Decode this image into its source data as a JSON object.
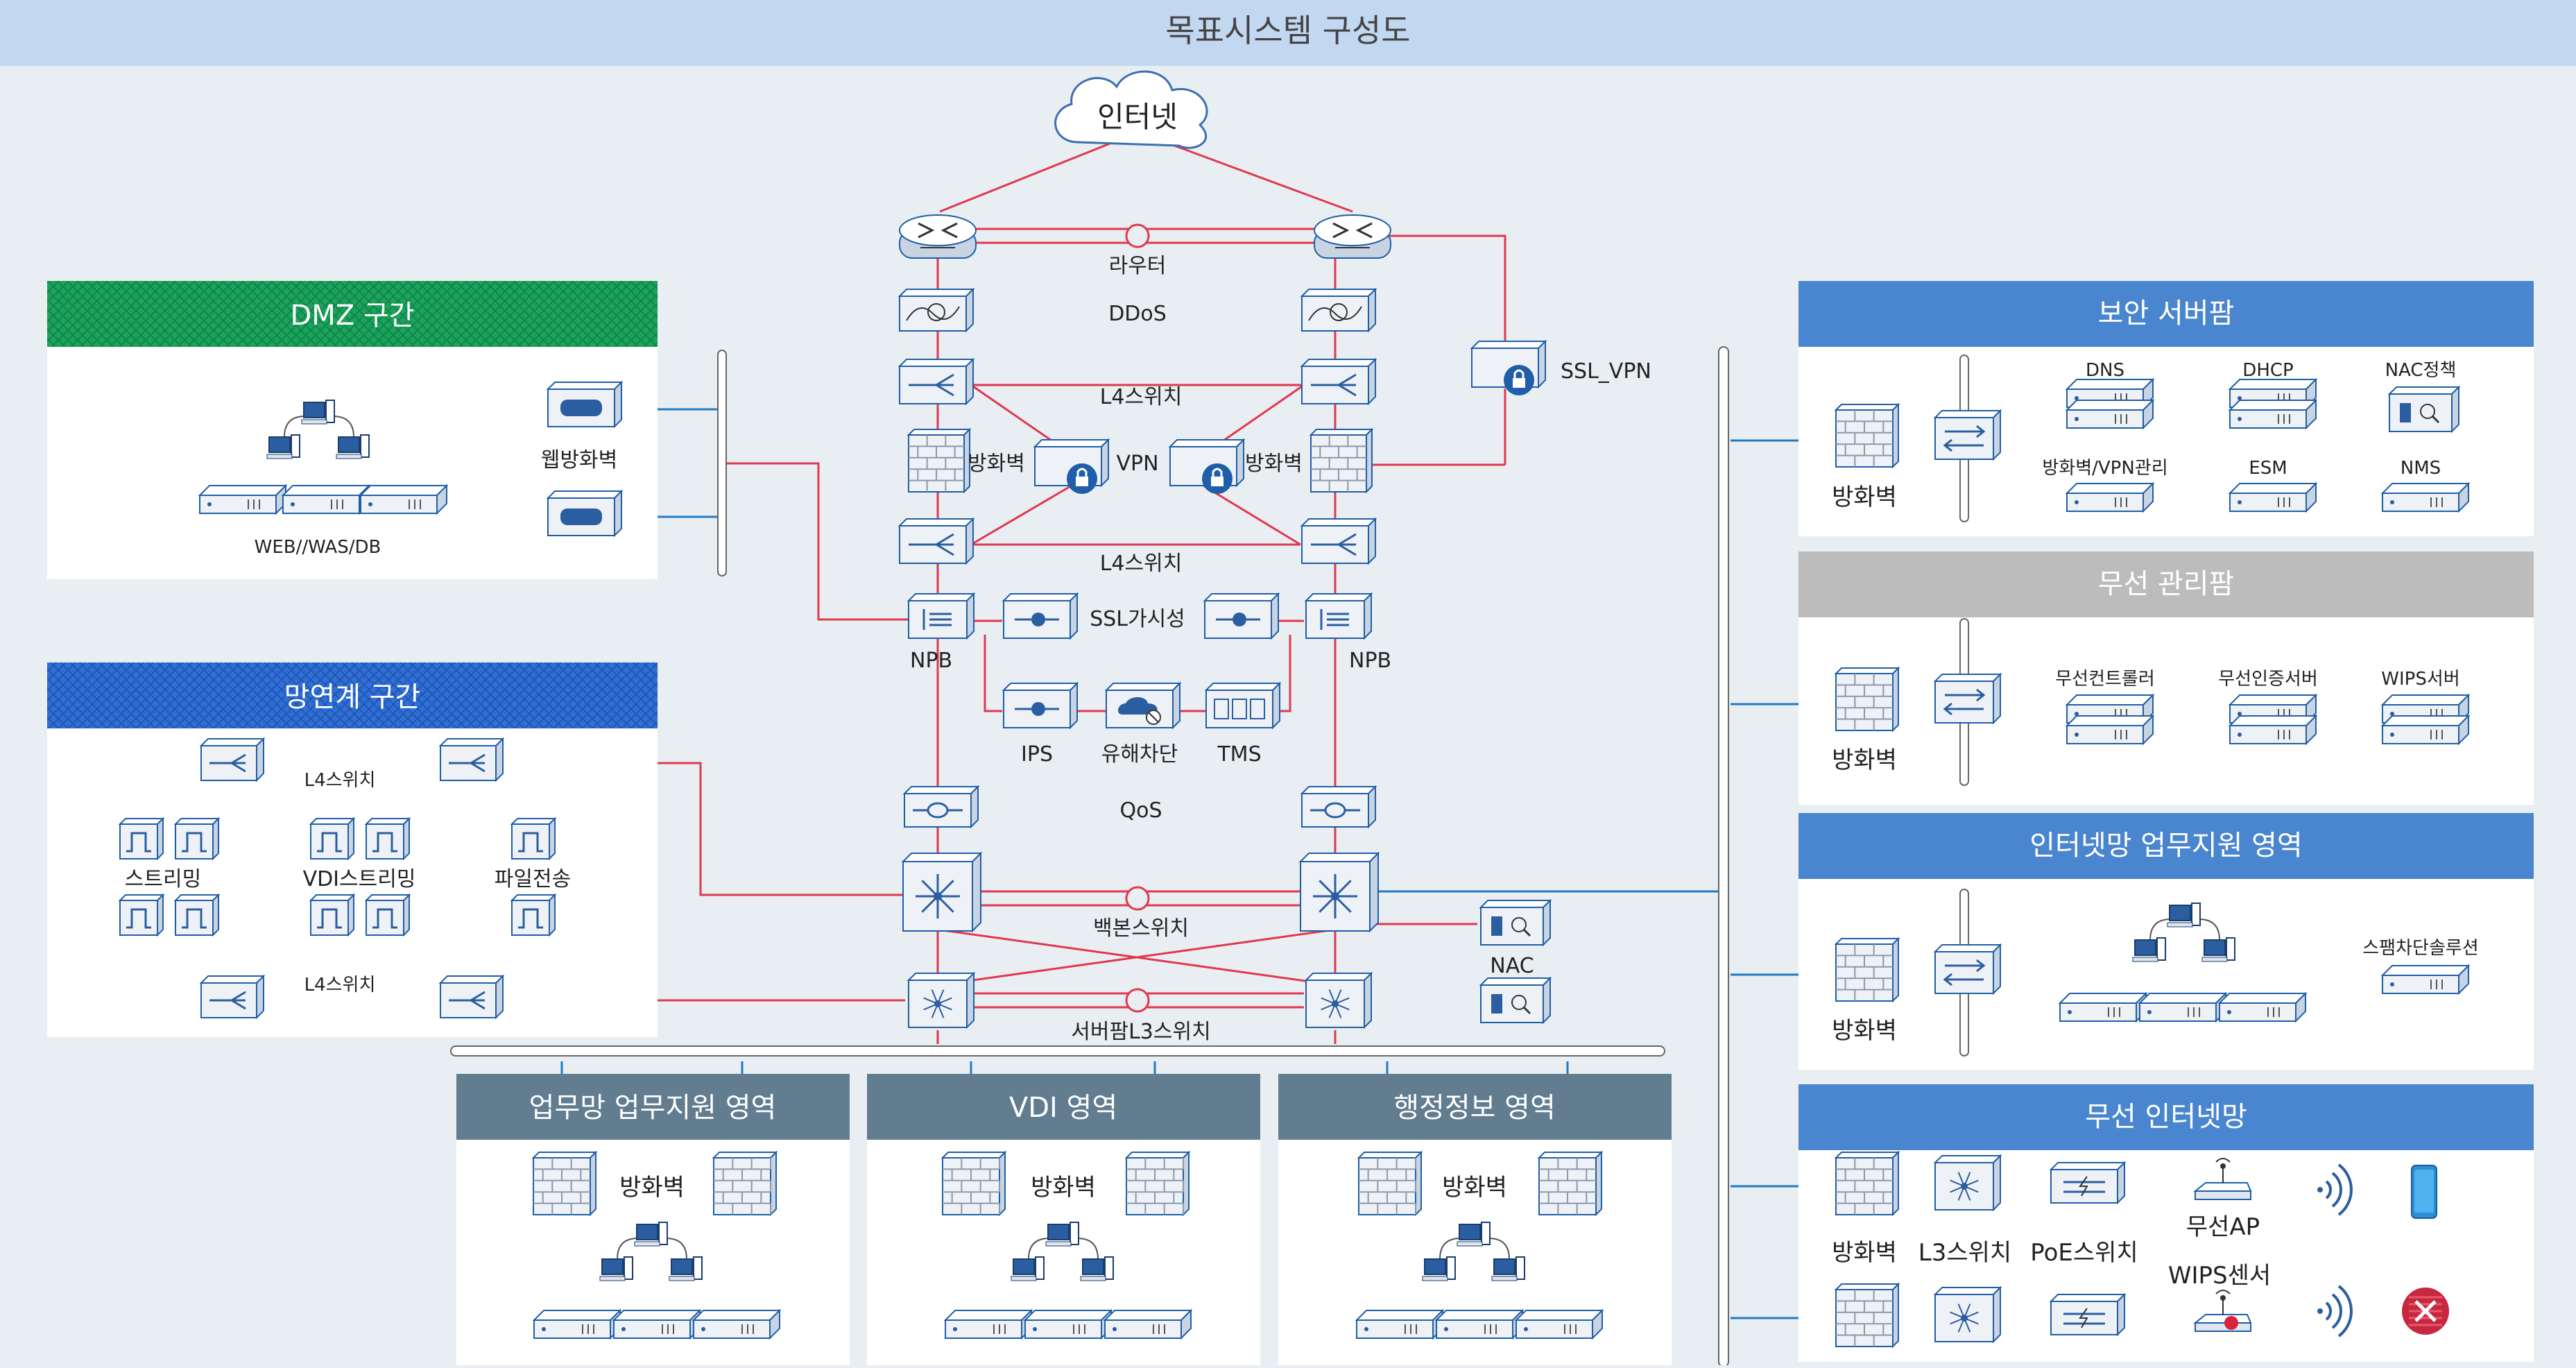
{
  "title": "목표시스템 구성도",
  "colors": {
    "page_bg": "#e9eef3",
    "title_bar": "#c2d7f0",
    "red_link": "#e0384f",
    "blue_link": "#1f7ac4",
    "dmz_header": "#1aa35c",
    "link_header": "#2f6fd6",
    "blue_header": "#4a86cf",
    "gray_header": "#bcbcbc",
    "slate_header": "#627c90",
    "device_face": "#eef2f7",
    "device_stroke": "#1f5ea8"
  },
  "core": {
    "internet": "인터넷",
    "router": "라우터",
    "ddos": "DDoS",
    "l4_top": "L4스위치",
    "firewall_left": "방화벽",
    "vpn": "VPN",
    "firewall_right": "방화벽",
    "l4_bottom": "L4스위치",
    "npb_left": "NPB",
    "npb_right": "NPB",
    "ssl_visibility": "SSL가시성",
    "ips": "IPS",
    "harmful_block": "유해차단",
    "tms": "TMS",
    "qos": "QoS",
    "backbone": "백본스위치",
    "serverfarm_l3": "서버팜L3스위치",
    "ssl_vpn": "SSL_VPN",
    "nac": "NAC"
  },
  "dmz": {
    "header": "DMZ 구간",
    "servers_label": "WEB//WAS/DB",
    "waf_label": "웹방화벽"
  },
  "linkzone": {
    "header": "망연계 구간",
    "l4_top": "L4스위치",
    "l4_bottom": "L4스위치",
    "streaming": "스트리밍",
    "vdi_streaming": "VDI스트리밍",
    "file_transfer": "파일전송"
  },
  "bottom_zones": [
    {
      "header": "업무망 업무지원 영역",
      "firewall": "방화벽"
    },
    {
      "header": "VDI 영역",
      "firewall": "방화벽"
    },
    {
      "header": "행정정보 영역",
      "firewall": "방화벽"
    }
  ],
  "security_farm": {
    "header": "보안 서버팜",
    "firewall": "방화벽",
    "items": [
      "DNS",
      "DHCP",
      "NAC정책",
      "방화벽/VPN관리",
      "ESM",
      "NMS"
    ]
  },
  "wireless_mgmt": {
    "header": "무선 관리팜",
    "firewall": "방화벽",
    "items": [
      "무선컨트롤러",
      "무선인증서버",
      "WIPS서버"
    ]
  },
  "internet_support": {
    "header": "인터넷망 업무지원 영역",
    "firewall": "방화벽",
    "spam": "스팸차단솔루션"
  },
  "wireless_internet": {
    "header": "무선 인터넷망",
    "firewall": "방화벽",
    "l3": "L3스위치",
    "poe": "PoE스위치",
    "ap": "무선AP",
    "wips": "WIPS센서"
  }
}
